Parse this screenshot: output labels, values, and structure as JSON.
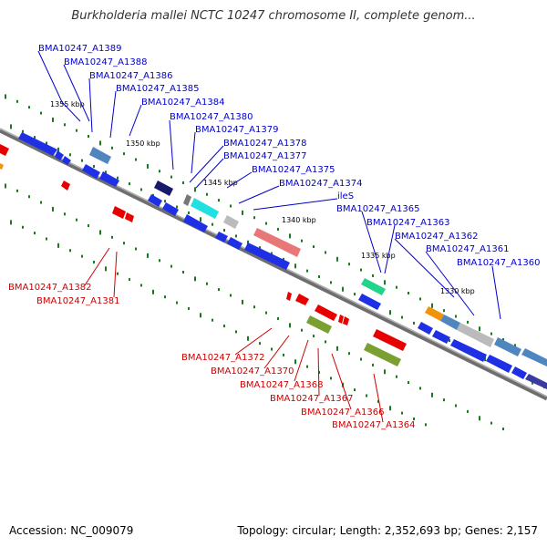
{
  "title": "Burkholderia mallei NCTC 10247 chromosome II, complete genom...",
  "accession": "Accession: NC_009079",
  "summary": "Topology: circular; Length: 2,352,693 bp; Genes: 2,157",
  "colors": {
    "forward_label": "#0000cc",
    "reverse_label": "#cc0000",
    "backbone": "#888888",
    "dots": "#1a7a1a"
  },
  "ticks": [
    "1355 kbp",
    "1350 kbp",
    "1345 kbp",
    "1340 kbp",
    "1335 kbp",
    "1330 kbp"
  ],
  "top_labels": [
    "BMA10247_A1389",
    "BMA10247_A1388",
    "BMA10247_A1386",
    "BMA10247_A1385",
    "BMA10247_A1384",
    "BMA10247_A1380",
    "BMA10247_A1379",
    "BMA10247_A1378",
    "BMA10247_A1377",
    "BMA10247_A1375",
    "BMA10247_A1374",
    "ileS",
    "BMA10247_A1365",
    "BMA10247_A1363",
    "BMA10247_A1362",
    "BMA10247_A1361",
    "BMA10247_A1360"
  ],
  "left_labels": [
    "BMA10247_A1382",
    "BMA10247_A1381"
  ],
  "bottom_labels": [
    "BMA10247_A1372",
    "BMA10247_A1370",
    "BMA10247_A1368",
    "BMA10247_A1367",
    "BMA10247_A1366",
    "BMA10247_A1364"
  ]
}
